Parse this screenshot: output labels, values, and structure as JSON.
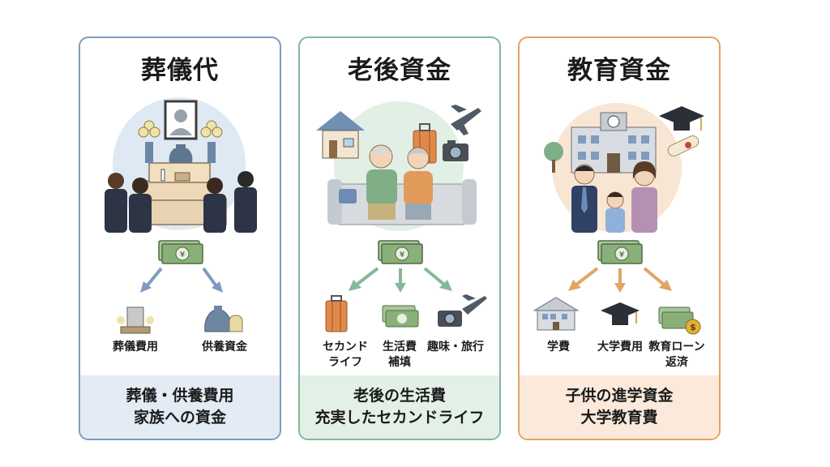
{
  "cards": [
    {
      "title": "葬儀代",
      "items": [
        "葬儀費用",
        "供養資金"
      ],
      "footer": [
        "葬儀・供養費用",
        "家族への資金"
      ]
    },
    {
      "title": "老後資金",
      "items": [
        "セカンド\nライフ",
        "生活費\n補填",
        "趣味・旅行"
      ],
      "footer": [
        "老後の生活費",
        "充実したセカンドライフ"
      ]
    },
    {
      "title": "教育資金",
      "items": [
        "学費",
        "大学費用",
        "教育ローン\n返済"
      ],
      "footer": [
        "子供の進学資金",
        "大学教育費"
      ]
    }
  ],
  "colors": {
    "blue": "#7d9bbf",
    "green": "#84b89a",
    "orange": "#e2a565",
    "banknote": "#8ab07a"
  },
  "icons": [
    "funeral-altar-icon",
    "banknote-icon",
    "grave-icon",
    "urn-icon",
    "house-icon",
    "airplane-icon",
    "suitcase-icon",
    "camera-icon",
    "school-icon",
    "graduation-cap-icon",
    "diploma-icon",
    "coin-icon"
  ]
}
